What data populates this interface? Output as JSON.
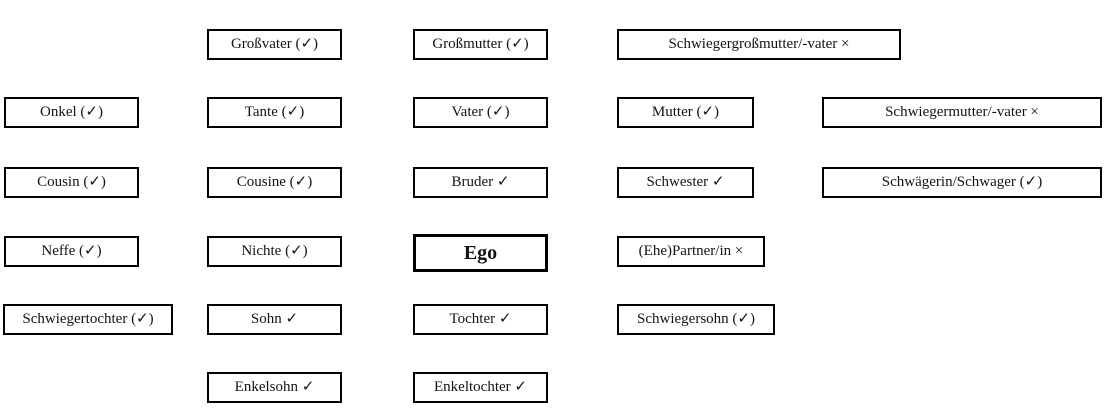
{
  "diagram": {
    "description": "German kinship terms chart centered on Ego",
    "colors": {
      "background": "#ffffff",
      "box_border": "#000000",
      "text": "#141414"
    },
    "marks_legend_glyphs": {
      "check": "✓",
      "cross": "×"
    },
    "boxes": [
      {
        "name": "grossvater",
        "label": "Großvater (✓)"
      },
      {
        "name": "grossmutter",
        "label": "Großmutter (✓)"
      },
      {
        "name": "schwiegergrosseltern",
        "label": "Schwiegergroßmutter/-vater ×"
      },
      {
        "name": "onkel",
        "label": "Onkel (✓)"
      },
      {
        "name": "tante",
        "label": "Tante (✓)"
      },
      {
        "name": "vater",
        "label": "Vater (✓)"
      },
      {
        "name": "mutter",
        "label": "Mutter (✓)"
      },
      {
        "name": "schwiegereltern",
        "label": "Schwiegermutter/-vater ×"
      },
      {
        "name": "cousin",
        "label": "Cousin (✓)"
      },
      {
        "name": "cousine",
        "label": "Cousine (✓)"
      },
      {
        "name": "bruder",
        "label": "Bruder ✓"
      },
      {
        "name": "schwester",
        "label": "Schwester ✓"
      },
      {
        "name": "schwaegerin-schwager",
        "label": "Schwägerin/Schwager (✓)"
      },
      {
        "name": "neffe",
        "label": "Neffe (✓)"
      },
      {
        "name": "nichte",
        "label": "Nichte (✓)"
      },
      {
        "name": "ego",
        "label": "Ego"
      },
      {
        "name": "ehepartner",
        "label": "(Ehe)Partner/in ×"
      },
      {
        "name": "schwiegertochter",
        "label": "Schwiegertochter (✓)"
      },
      {
        "name": "sohn",
        "label": "Sohn ✓"
      },
      {
        "name": "tochter",
        "label": "Tochter ✓"
      },
      {
        "name": "schwiegersohn",
        "label": "Schwiegersohn (✓)"
      },
      {
        "name": "enkelsohn",
        "label": "Enkelsohn ✓"
      },
      {
        "name": "enkeltochter",
        "label": "Enkeltochter ✓"
      }
    ]
  }
}
